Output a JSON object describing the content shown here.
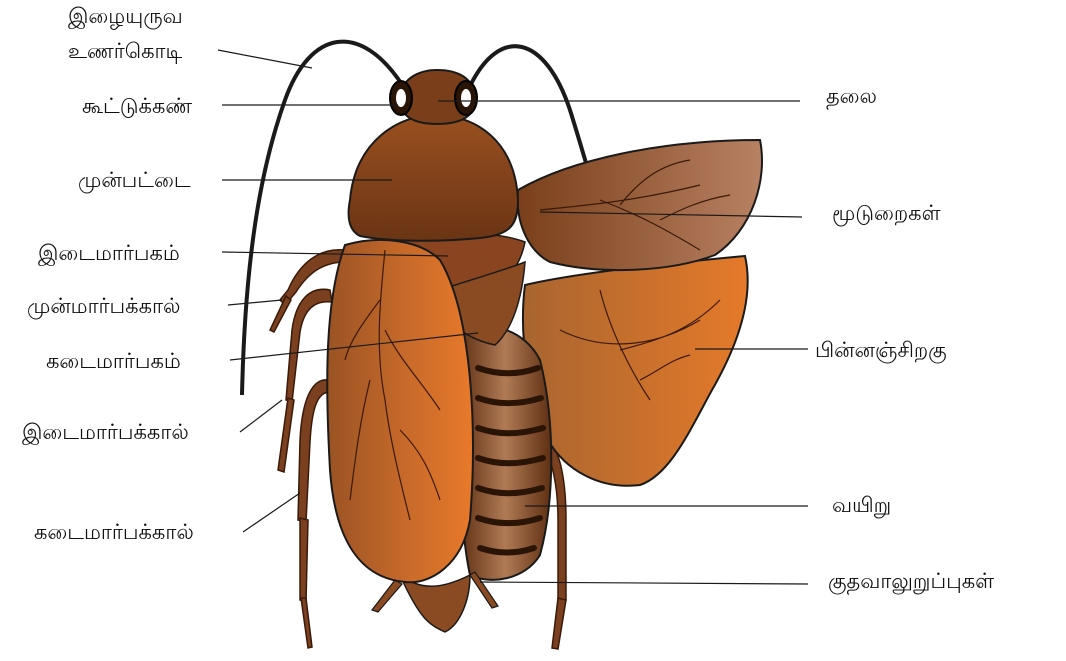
{
  "labels": {
    "antenna_line1": "இழையுருவ",
    "antenna_line2": "உணர்கொடி",
    "compound_eye": "கூட்டுக்கண்",
    "pronotum": "முன்பட்டை",
    "mesothorax": "இடைமார்பகம்",
    "foreleg": "முன்மார்பக்கால்",
    "metathorax": "கடைமார்பகம்",
    "midleg": "இடைமார்பக்கால்",
    "hindleg": "கடைமார்பக்கால்",
    "head": "தலை",
    "tegmina": "மூடுறைகள்",
    "hindwing": "பின்னஞ்சிறகு",
    "abdomen": "வயிறு",
    "cerci": "குதவாலுறுப்புகள்"
  },
  "colors": {
    "body_dark": "#6e3a17",
    "body_mid": "#9a5628",
    "wing_orange": "#e07a2c",
    "wing_brown": "#8a4a22",
    "abdomen_light": "#c9a583",
    "outline": "#1a1a1a"
  }
}
